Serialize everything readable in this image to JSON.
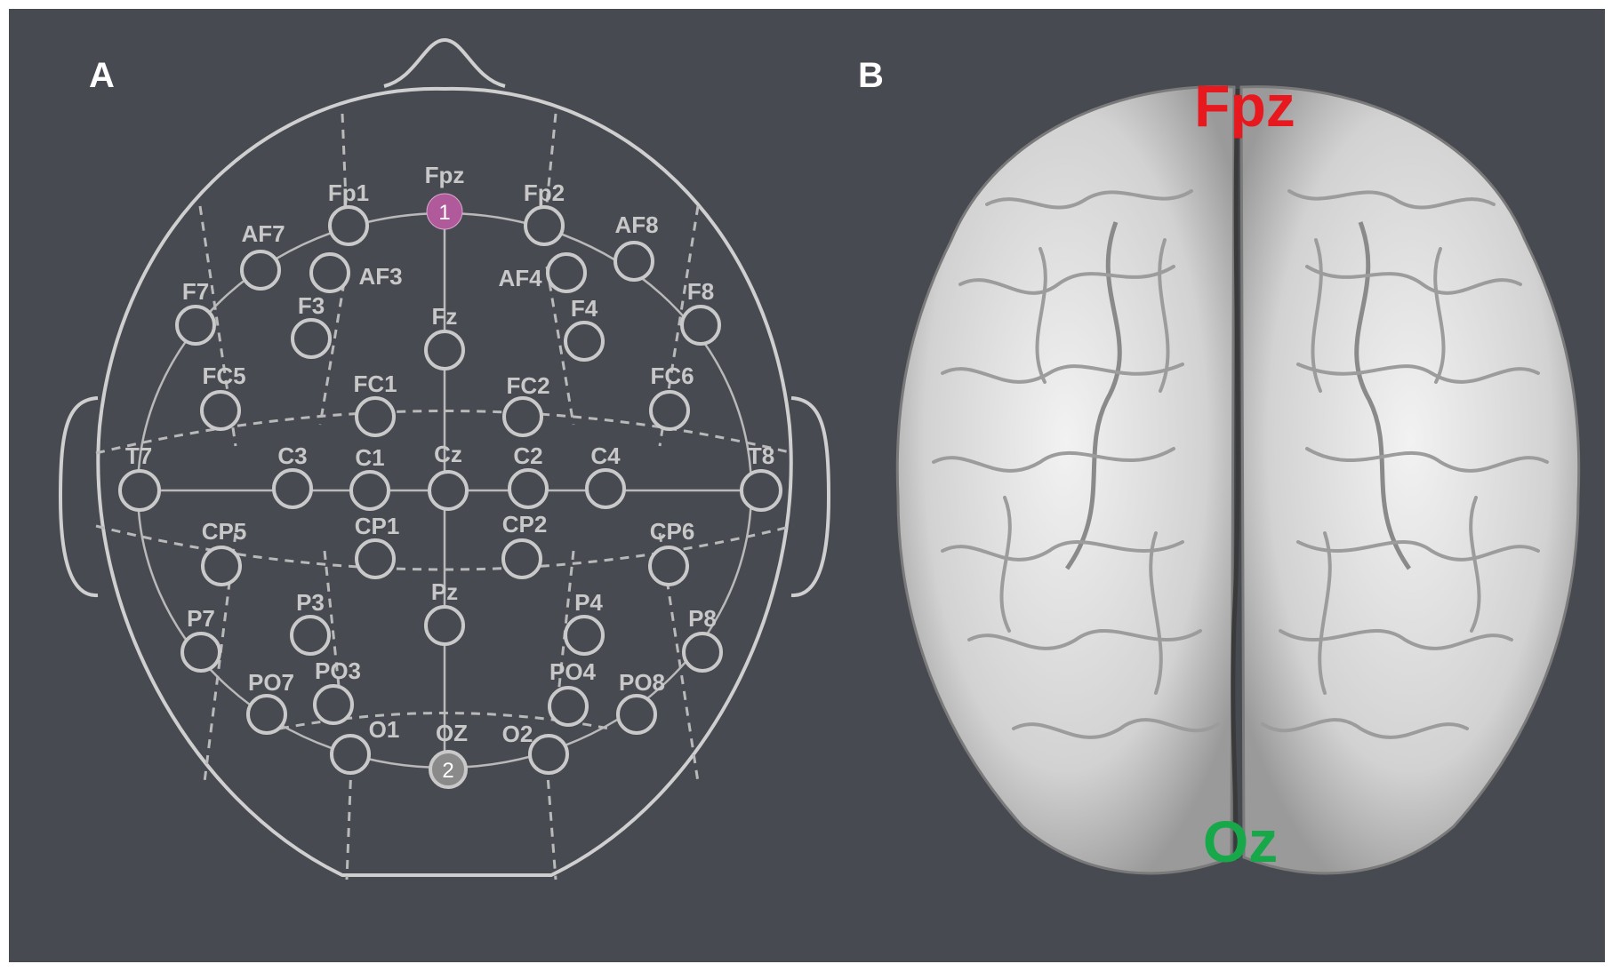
{
  "panel_a": {
    "letter": "A",
    "electrodes": [
      {
        "id": "fpz",
        "label": "Fpz",
        "number": "1",
        "highlight": "#b05a9c"
      },
      {
        "id": "fp1",
        "label": "Fp1"
      },
      {
        "id": "fp2",
        "label": "Fp2"
      },
      {
        "id": "af7",
        "label": "AF7"
      },
      {
        "id": "af3",
        "label": "AF3"
      },
      {
        "id": "af4",
        "label": "AF4"
      },
      {
        "id": "af8",
        "label": "AF8"
      },
      {
        "id": "f7",
        "label": "F7"
      },
      {
        "id": "f3",
        "label": "F3"
      },
      {
        "id": "fz",
        "label": "Fz"
      },
      {
        "id": "f4",
        "label": "F4"
      },
      {
        "id": "f8",
        "label": "F8"
      },
      {
        "id": "fc5",
        "label": "FC5"
      },
      {
        "id": "fc1",
        "label": "FC1"
      },
      {
        "id": "fc2",
        "label": "FC2"
      },
      {
        "id": "fc6",
        "label": "FC6"
      },
      {
        "id": "t7",
        "label": "T7"
      },
      {
        "id": "c3",
        "label": "C3"
      },
      {
        "id": "c1",
        "label": "C1"
      },
      {
        "id": "cz",
        "label": "Cz"
      },
      {
        "id": "c2",
        "label": "C2"
      },
      {
        "id": "c4",
        "label": "C4"
      },
      {
        "id": "t8",
        "label": "T8"
      },
      {
        "id": "cp5",
        "label": "CP5"
      },
      {
        "id": "cp1",
        "label": "CP1"
      },
      {
        "id": "cp2",
        "label": "CP2"
      },
      {
        "id": "cp6",
        "label": "CP6"
      },
      {
        "id": "p7",
        "label": "P7"
      },
      {
        "id": "p3",
        "label": "P3"
      },
      {
        "id": "pz",
        "label": "Pz"
      },
      {
        "id": "p4",
        "label": "P4"
      },
      {
        "id": "p8",
        "label": "P8"
      },
      {
        "id": "po7",
        "label": "PO7"
      },
      {
        "id": "po3",
        "label": "PO3"
      },
      {
        "id": "po4",
        "label": "PO4"
      },
      {
        "id": "po8",
        "label": "PO8"
      },
      {
        "id": "o1",
        "label": "O1"
      },
      {
        "id": "oz",
        "label": "OZ",
        "number": "2",
        "highlight": "#8a8a8a"
      },
      {
        "id": "o2",
        "label": "O2"
      }
    ]
  },
  "panel_b": {
    "letter": "B",
    "top_label": "Fpz",
    "top_label_color": "#e8191e",
    "bottom_label": "Oz",
    "bottom_label_color": "#17a84a"
  },
  "colors": {
    "background": "#484a52",
    "line": "#cfcfcf",
    "brain": "#d4d4d4"
  }
}
